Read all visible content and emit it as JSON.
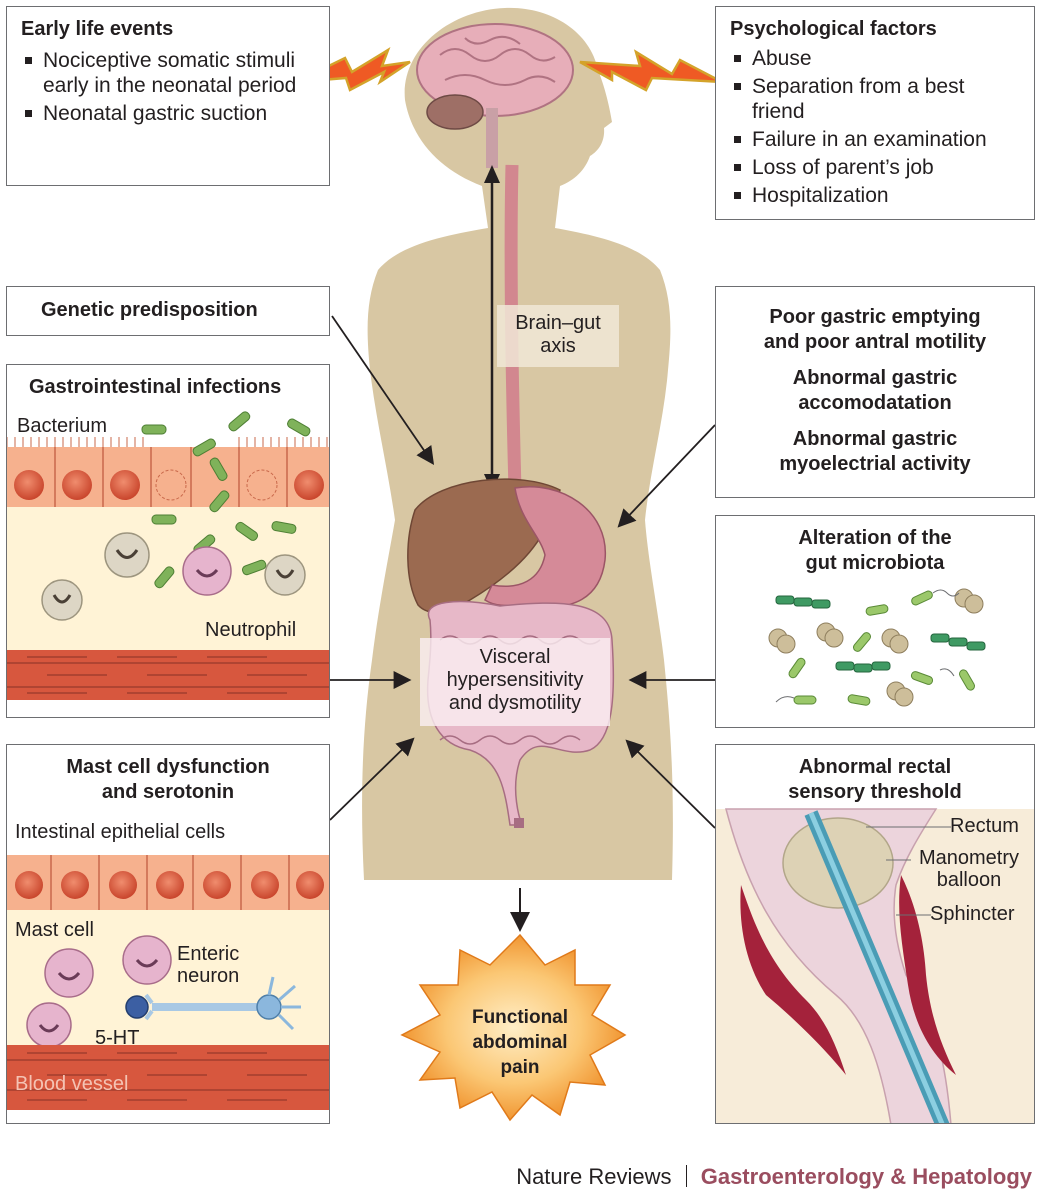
{
  "early_life": {
    "title": "Early life events",
    "items": [
      "Nociceptive somatic stimuli early in the neonatal period",
      "Neonatal gastric suction"
    ]
  },
  "psychological": {
    "title": "Psychological factors",
    "items": [
      "Abuse",
      "Separation from a best friend",
      "Failure in an examination",
      "Loss of parent’s job",
      "Hospitalization"
    ]
  },
  "genetic": {
    "title": "Genetic predisposition"
  },
  "gi_infections": {
    "title": "Gastrointestinal infections",
    "bacterium_label": "Bacterium",
    "neutrophil_label": "Neutrophil"
  },
  "gastric": {
    "line1": "Poor gastric emptying",
    "line2": "and poor antral motility",
    "line3": "Abnormal gastric",
    "line4": "accomodatation",
    "line5": "Abnormal gastric",
    "line6": "myoelectrial activity"
  },
  "microbiota": {
    "line1": "Alteration of the",
    "line2": "gut microbiota"
  },
  "mast_cell": {
    "line1": "Mast cell dysfunction",
    "line2": "and serotonin",
    "epithelial_label": "Intestinal epithelial cells",
    "mast_label": "Mast cell",
    "enteric_line1": "Enteric",
    "enteric_line2": "neuron",
    "ht_label": "5-HT",
    "blood_label": "Blood vessel"
  },
  "rectal": {
    "line1": "Abnormal rectal",
    "line2": "sensory threshold",
    "rectum_label": "Rectum",
    "manometry_line1": "Manometry",
    "manometry_line2": "balloon",
    "sphincter_label": "Sphincter"
  },
  "brain_gut": {
    "line1": "Brain–gut",
    "line2": "axis"
  },
  "visceral": {
    "line1": "Visceral",
    "line2": "hypersensitivity",
    "line3": "and dysmotility"
  },
  "outcome": {
    "line1": "Functional",
    "line2": "abdominal",
    "line3": "pain"
  },
  "footer": {
    "journal": "Nature Reviews",
    "section": "Gastroenterology & Hepatology"
  },
  "colors": {
    "body_skin": "#d8c7a3",
    "intestine": "#e7b8c8",
    "liver": "#9b6a50",
    "burst": "#f39a2e",
    "footer_accent": "#9a4d5f",
    "tissue": "#fff3d6"
  }
}
